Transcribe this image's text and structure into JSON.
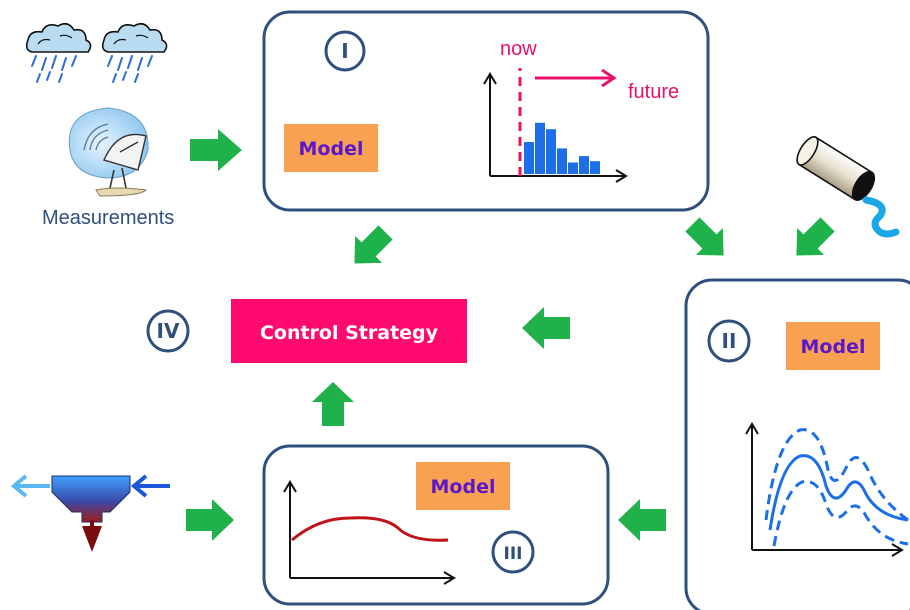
{
  "labels": {
    "measurements": "Measurements",
    "control_strategy": "Control Strategy",
    "now": "now",
    "future": "future"
  },
  "modules": [
    {
      "numeral": "I",
      "model_label": "Model"
    },
    {
      "numeral": "II",
      "model_label": "Model"
    },
    {
      "numeral": "III",
      "model_label": "Model"
    },
    {
      "numeral": "IV"
    }
  ],
  "forecast_bars": [
    0.5,
    0.8,
    0.7,
    0.4,
    0.18,
    0.28,
    0.2
  ],
  "colors": {
    "arrow": "#1fb14a",
    "box_border": "#2f4f7f",
    "model_fill": "#f8a153",
    "control_fill": "#ff0a6e",
    "bars": "#1c6fe6",
    "now_line": "#e8106a",
    "band_lines": "#1c6fe6",
    "curve_III": "#c0121a"
  },
  "icons": [
    "rain-cloud-icon",
    "radar-dish-icon",
    "pipe-icon",
    "settling-tank-icon"
  ]
}
